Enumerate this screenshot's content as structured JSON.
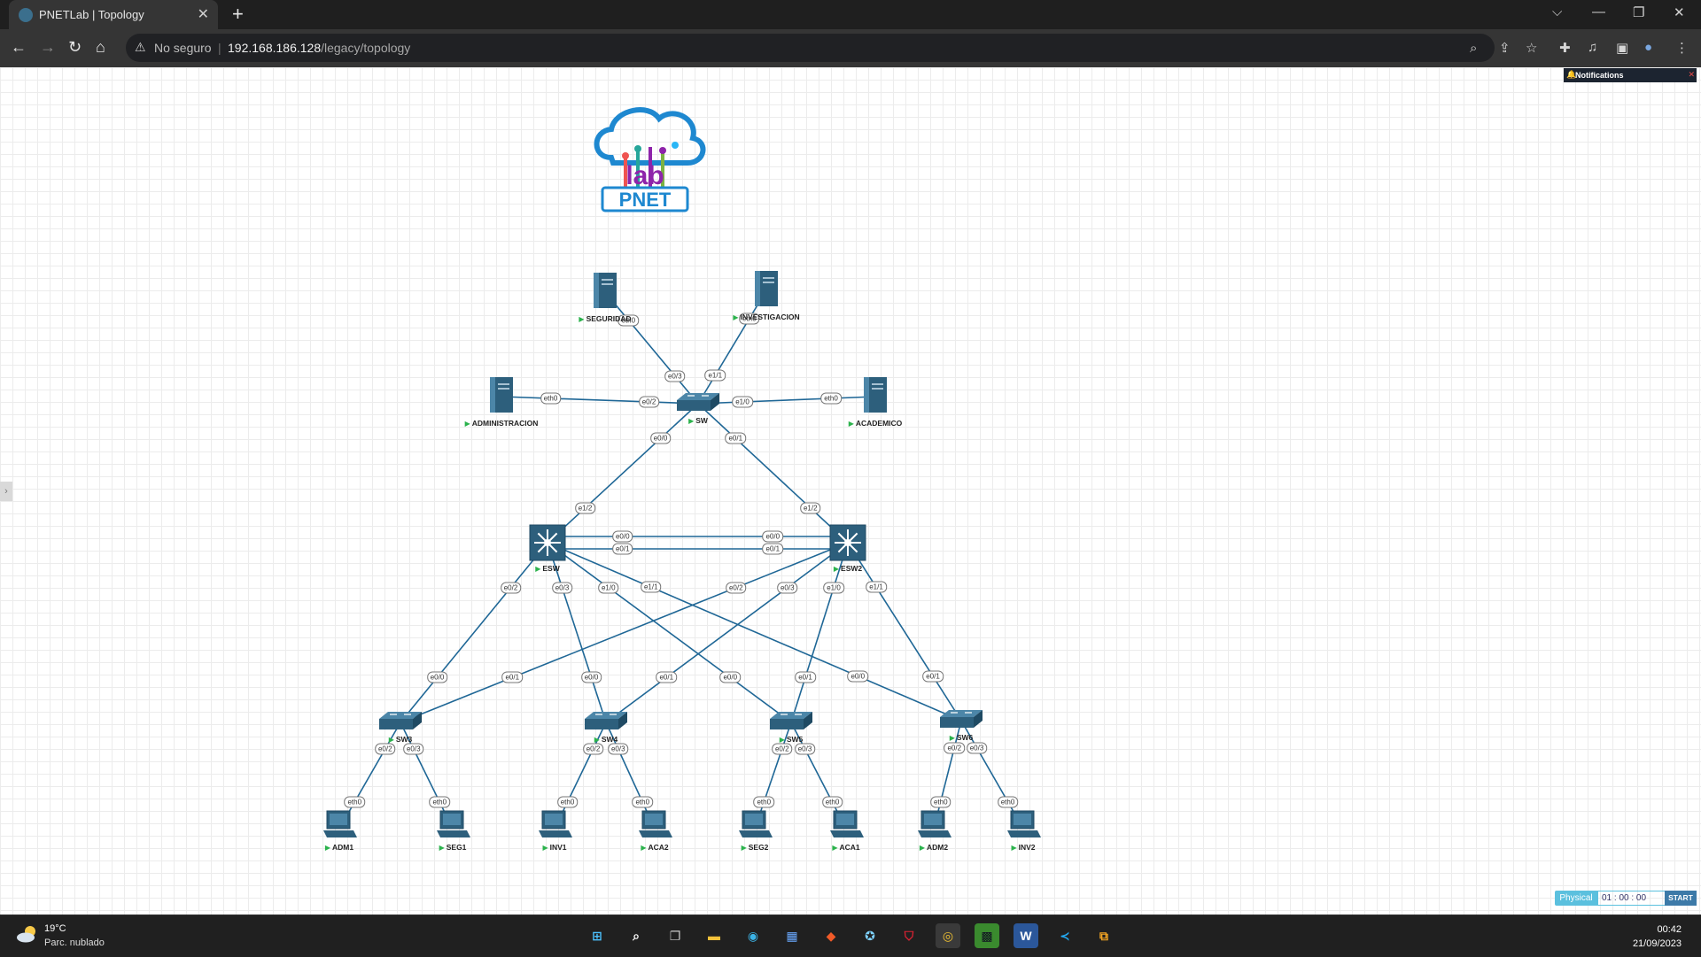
{
  "browser": {
    "tab_title": "PNETLab | Topology",
    "close_symbol": "✕",
    "newtab_symbol": "+",
    "insecure_label": "No seguro",
    "url_host": "192.168.186.128",
    "url_path": "/legacy/topology"
  },
  "canvas": {
    "notifications_label": "Notifications",
    "logo_text": "PNET",
    "logo_sub": "lab",
    "sidebar_toggle_symbol": "›"
  },
  "nodes": [
    {
      "id": "seguridad",
      "label": "SEGURIDAD",
      "kind": "server"
    },
    {
      "id": "investigacion",
      "label": "INVESTIGACION",
      "kind": "server"
    },
    {
      "id": "administracion",
      "label": "ADMINISTRACION",
      "kind": "server"
    },
    {
      "id": "academico",
      "label": "ACADEMICO",
      "kind": "server"
    },
    {
      "id": "sw",
      "label": "SW",
      "kind": "switch"
    },
    {
      "id": "esw",
      "label": "ESW",
      "kind": "l3switch"
    },
    {
      "id": "esw2",
      "label": "ESW2",
      "kind": "l3switch"
    },
    {
      "id": "sw3",
      "label": "SW3",
      "kind": "switch"
    },
    {
      "id": "sw4",
      "label": "SW4",
      "kind": "switch"
    },
    {
      "id": "sw5",
      "label": "SW5",
      "kind": "switch"
    },
    {
      "id": "sw6",
      "label": "SW6",
      "kind": "switch"
    },
    {
      "id": "adm1",
      "label": "ADM1",
      "kind": "pc"
    },
    {
      "id": "seg1",
      "label": "SEG1",
      "kind": "pc"
    },
    {
      "id": "inv1",
      "label": "INV1",
      "kind": "pc"
    },
    {
      "id": "aca2",
      "label": "ACA2",
      "kind": "pc"
    },
    {
      "id": "seg2",
      "label": "SEG2",
      "kind": "pc"
    },
    {
      "id": "aca1",
      "label": "ACA1",
      "kind": "pc"
    },
    {
      "id": "adm2",
      "label": "ADM2",
      "kind": "pc"
    },
    {
      "id": "inv2",
      "label": "INV2",
      "kind": "pc"
    }
  ],
  "links": [
    {
      "a": "seguridad",
      "b": "sw",
      "pa": "eth0",
      "pb": "e0/3"
    },
    {
      "a": "investigacion",
      "b": "sw",
      "pa": "eth0",
      "pb": "e1/1"
    },
    {
      "a": "administracion",
      "b": "sw",
      "pa": "eth0",
      "pb": "e0/2"
    },
    {
      "a": "academico",
      "b": "sw",
      "pa": "eth0",
      "pb": "e1/0"
    },
    {
      "a": "sw",
      "b": "esw",
      "pa": "e0/0",
      "pb": "e1/2"
    },
    {
      "a": "sw",
      "b": "esw2",
      "pa": "e0/1",
      "pb": "e1/2"
    },
    {
      "a": "esw",
      "b": "esw2",
      "pa": "e0/0",
      "pb": "e0/0"
    },
    {
      "a": "esw",
      "b": "esw2",
      "pa": "e0/1",
      "pb": "e0/1"
    },
    {
      "a": "esw",
      "b": "sw3",
      "pa": "e0/2",
      "pb": "e0/0"
    },
    {
      "a": "esw",
      "b": "sw4",
      "pa": "e0/3",
      "pb": "e0/0"
    },
    {
      "a": "esw",
      "b": "sw5",
      "pa": "e1/0",
      "pb": "e0/0"
    },
    {
      "a": "esw",
      "b": "sw6",
      "pa": "e1/1",
      "pb": "e0/0"
    },
    {
      "a": "esw2",
      "b": "sw3",
      "pa": "e0/2",
      "pb": "e0/1"
    },
    {
      "a": "esw2",
      "b": "sw4",
      "pa": "e0/3",
      "pb": "e0/1"
    },
    {
      "a": "esw2",
      "b": "sw5",
      "pa": "e1/0",
      "pb": "e0/1"
    },
    {
      "a": "esw2",
      "b": "sw6",
      "pa": "e1/1",
      "pb": "e0/1"
    },
    {
      "a": "sw3",
      "b": "adm1",
      "pa": "e0/2",
      "pb": "eth0"
    },
    {
      "a": "sw3",
      "b": "seg1",
      "pa": "e0/3",
      "pb": "eth0"
    },
    {
      "a": "sw4",
      "b": "inv1",
      "pa": "e0/2",
      "pb": "eth0"
    },
    {
      "a": "sw4",
      "b": "aca2",
      "pa": "e0/3",
      "pb": "eth0"
    },
    {
      "a": "sw5",
      "b": "seg2",
      "pa": "e0/2",
      "pb": "eth0"
    },
    {
      "a": "sw5",
      "b": "aca1",
      "pa": "e0/3",
      "pb": "eth0"
    },
    {
      "a": "sw6",
      "b": "adm2",
      "pa": "e0/2",
      "pb": "eth0"
    },
    {
      "a": "sw6",
      "b": "inv2",
      "pa": "e0/3",
      "pb": "eth0"
    }
  ],
  "lab_controls": {
    "physical_label": "Physical",
    "timer_value": "01 : 00 : 00",
    "start_label": "START"
  },
  "taskbar": {
    "temperature": "19°C",
    "weather_desc": "Parc. nublado",
    "time": "00:42",
    "date": "21/09/2023"
  },
  "colors": {
    "link": "#1f6796",
    "device": "#2d5f7c",
    "device_light": "#4c86a8",
    "label_arrow": "#2bb24c",
    "physical_button": "#5bc0de"
  }
}
